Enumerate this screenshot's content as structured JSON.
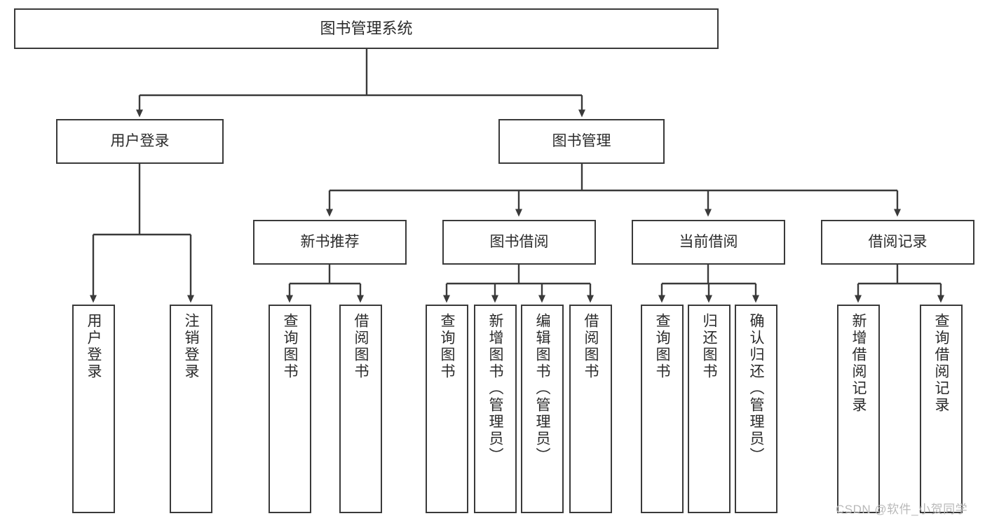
{
  "diagram": {
    "title": "图书管理系统",
    "type": "tree-hierarchy-chart",
    "watermark": "CSDN @软件_小贺同学",
    "colors": {
      "box_border": "#3a3a3a",
      "box_fill": "#ffffff",
      "connector": "#3a3a3a",
      "text": "#2b2b2b",
      "watermark": "#b9b9b9",
      "background": "#ffffff"
    },
    "nodes": {
      "root": {
        "label": "图书管理系统"
      },
      "level2": [
        {
          "id": "user-login",
          "label": "用户登录"
        },
        {
          "id": "book-manage",
          "label": "图书管理"
        }
      ],
      "level3": [
        {
          "id": "new-book-recommend",
          "label": "新书推荐"
        },
        {
          "id": "book-borrow",
          "label": "图书借阅"
        },
        {
          "id": "current-borrow",
          "label": "当前借阅"
        },
        {
          "id": "borrow-record",
          "label": "借阅记录"
        }
      ],
      "leaves": {
        "user_login": [
          {
            "id": "leaf-user-login",
            "label": "用户登录"
          },
          {
            "id": "leaf-logout-login",
            "label": "注销登录"
          }
        ],
        "new_book_recommend": [
          {
            "id": "leaf-query-book-1",
            "label": "查询图书"
          },
          {
            "id": "leaf-borrow-book-1",
            "label": "借阅图书"
          }
        ],
        "book_borrow": [
          {
            "id": "leaf-query-book-2",
            "label": "查询图书"
          },
          {
            "id": "leaf-add-book",
            "label": "新增图书（管理员）"
          },
          {
            "id": "leaf-edit-book",
            "label": "编辑图书（管理员）"
          },
          {
            "id": "leaf-borrow-book-2",
            "label": "借阅图书"
          }
        ],
        "current_borrow": [
          {
            "id": "leaf-query-book-3",
            "label": "查询图书"
          },
          {
            "id": "leaf-return-book",
            "label": "归还图书"
          },
          {
            "id": "leaf-confirm-return",
            "label": "确认归还（管理员）"
          }
        ],
        "borrow_record": [
          {
            "id": "leaf-add-record",
            "label": "新增借阅记录"
          },
          {
            "id": "leaf-query-record",
            "label": "查询借阅记录"
          }
        ]
      }
    }
  }
}
